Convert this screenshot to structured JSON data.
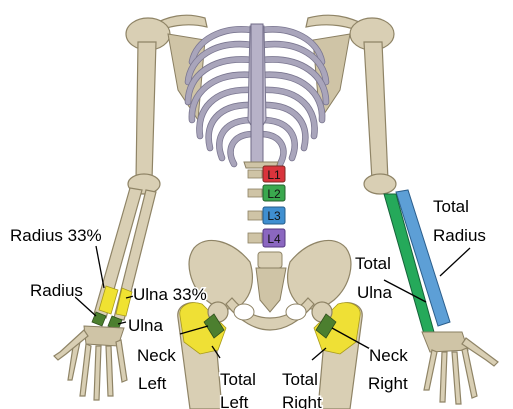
{
  "colors": {
    "L1": "#d9343c",
    "L2": "#3aa84e",
    "L3": "#3f8fd0",
    "L4": "#8b67c0",
    "radius_33": "#f0e231",
    "ulna_33": "#f0e231",
    "forearm_distal": "#4c7f2f",
    "total_radius": "#5d9fd6",
    "total_ulna": "#25a95a",
    "femoral_neck": "#4c7f2f",
    "total_hip": "#efe035",
    "bone": "#d9cfb4",
    "ribs": "#a9a5bb"
  },
  "vertebrae": [
    "L1",
    "L2",
    "L3",
    "L4"
  ],
  "labels": {
    "radius_33": "Radius 33%",
    "radius": "Radius",
    "ulna_33": "Ulna 33%",
    "ulna": "Ulna",
    "total_radius_line1": "Total",
    "total_radius_line2": "Radius",
    "total_ulna_line1": "Total",
    "total_ulna_line2": "Ulna",
    "neck_left_line1": "Neck",
    "neck_left_line2": "Left",
    "total_left_line1": "Total",
    "total_left_line2": "Left",
    "total_right_line1": "Total",
    "total_right_line2": "Right",
    "neck_right_line1": "Neck",
    "neck_right_line2": "Right"
  }
}
